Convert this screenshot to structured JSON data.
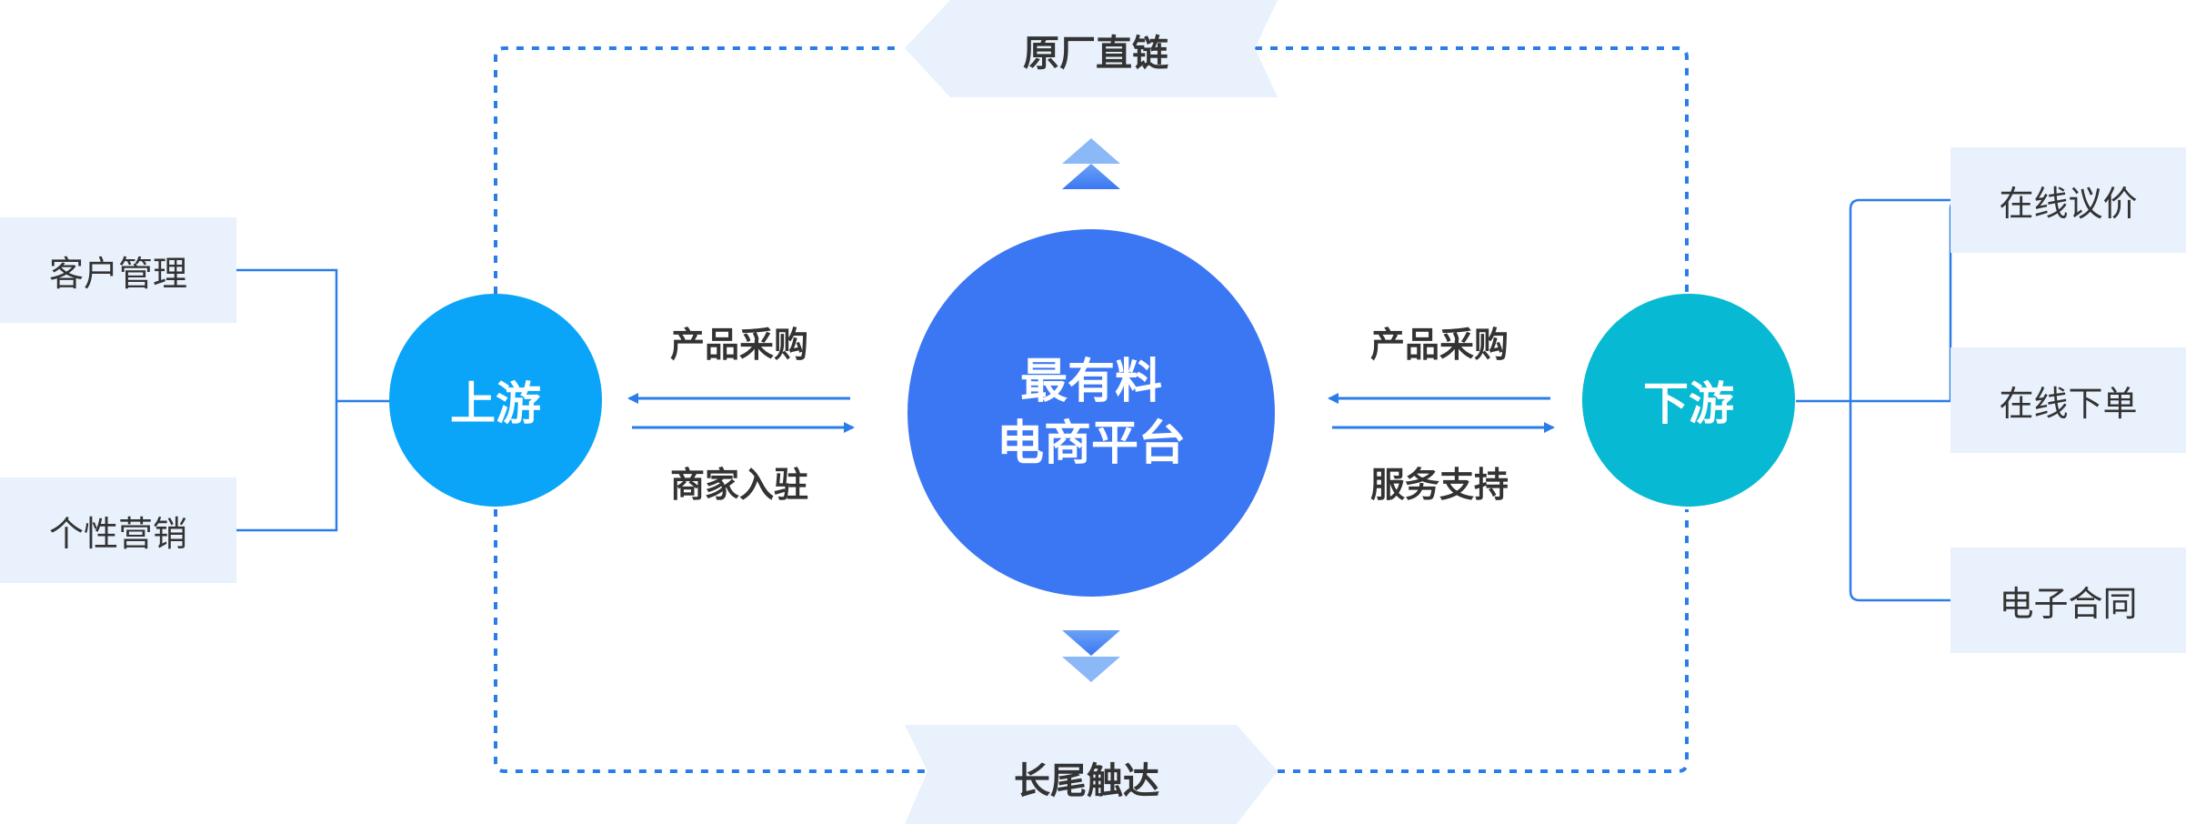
{
  "diagram": {
    "platform": {
      "line1": "最有料",
      "line2": "电商平台"
    },
    "upstream": {
      "label": "上游"
    },
    "downstream": {
      "label": "下游"
    },
    "top_banner": "原厂直链",
    "bottom_banner": "长尾触达",
    "left_arrows": {
      "top_label": "产品采购",
      "bottom_label": "商家入驻"
    },
    "right_arrows": {
      "top_label": "产品采购",
      "bottom_label": "服务支持"
    },
    "left_items": [
      "客户管理",
      "个性营销"
    ],
    "right_items": [
      "在线议价",
      "在线下单",
      "电子合同"
    ]
  },
  "colors": {
    "line": "#2a7de8",
    "box": "#e8f1fc",
    "upstream": "#0aa5f8",
    "downstream": "#07b9d2",
    "platform": "#3b77f3",
    "chevron": "#4a86f0"
  }
}
